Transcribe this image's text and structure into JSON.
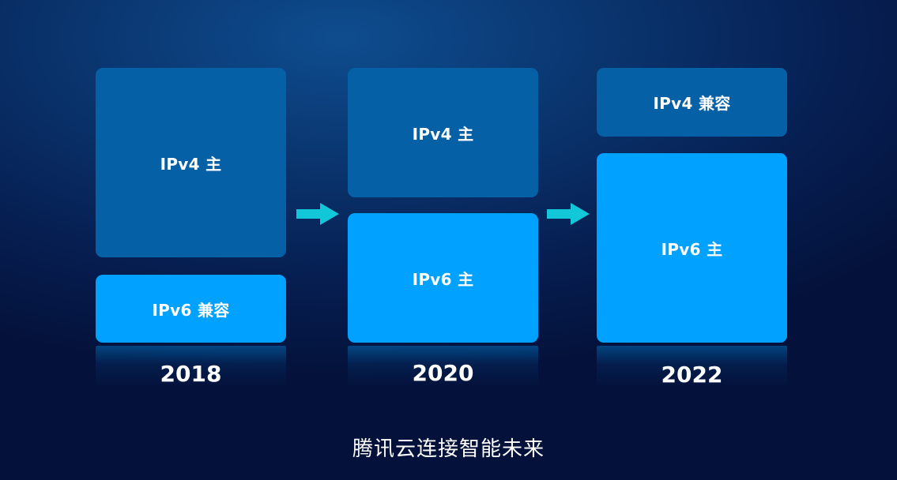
{
  "columns": [
    {
      "year": "2018",
      "blocks": [
        {
          "label": "IPv4 主",
          "kind": "ipv4"
        },
        {
          "label": "IPv6 兼容",
          "kind": "ipv6"
        }
      ]
    },
    {
      "year": "2020",
      "blocks": [
        {
          "label": "IPv4 主",
          "kind": "ipv4"
        },
        {
          "label": "IPv6 主",
          "kind": "ipv6"
        }
      ]
    },
    {
      "year": "2022",
      "blocks": [
        {
          "label": "IPv4 兼容",
          "kind": "ipv4"
        },
        {
          "label": "IPv6 主",
          "kind": "ipv6"
        }
      ]
    }
  ],
  "caption": "腾讯云连接智能未来",
  "colors": {
    "ipv4_block": "#0560a6",
    "ipv6_block": "#00a1ff",
    "arrow": "#12c8d8",
    "background": "#061f52"
  }
}
